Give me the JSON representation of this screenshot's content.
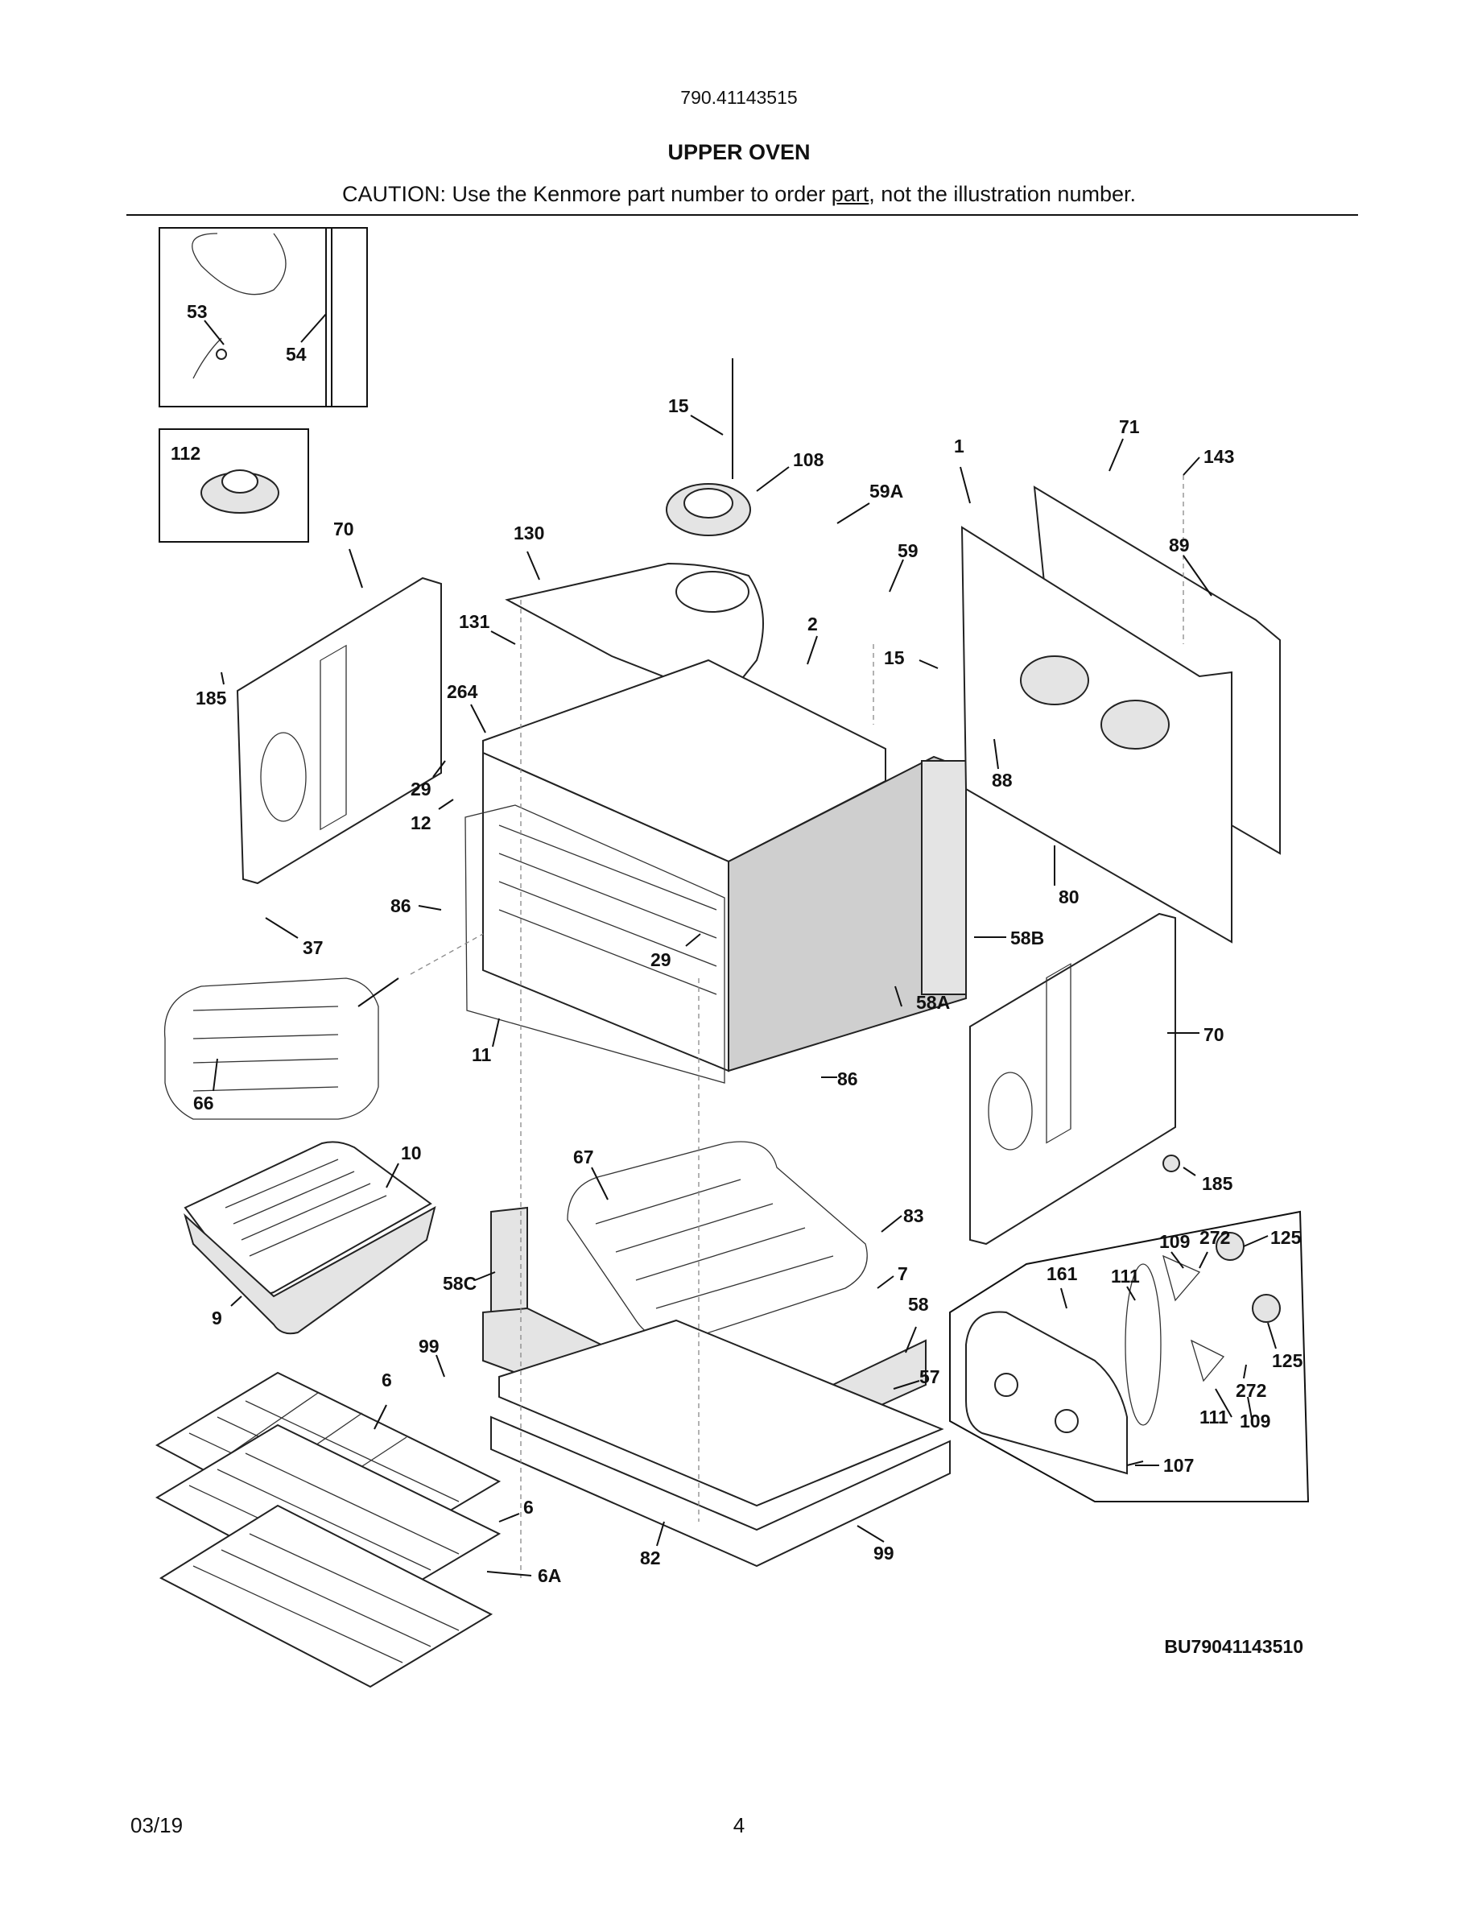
{
  "header": {
    "model_number": "790.41143515",
    "title": "UPPER OVEN",
    "caution_prefix": "CAUTION: Use the Kenmore part number to order ",
    "caution_link": "part",
    "caution_suffix": ", not the illustration number."
  },
  "diagram": {
    "document_id": "BU79041143510",
    "callouts": [
      "53",
      "54",
      "112",
      "15",
      "108",
      "59A",
      "1",
      "71",
      "143",
      "70",
      "130",
      "59",
      "89",
      "131",
      "2",
      "15",
      "185",
      "264",
      "29",
      "88",
      "12",
      "80",
      "86",
      "37",
      "58B",
      "29",
      "58A",
      "70",
      "11",
      "66",
      "86",
      "10",
      "67",
      "185",
      "83",
      "109",
      "272",
      "125",
      "58C",
      "161",
      "111",
      "7",
      "9",
      "58",
      "125",
      "272",
      "99",
      "57",
      "111",
      "109",
      "6",
      "107",
      "6",
      "6A",
      "82",
      "99"
    ]
  },
  "footer": {
    "date": "03/19",
    "page_number": "4"
  }
}
